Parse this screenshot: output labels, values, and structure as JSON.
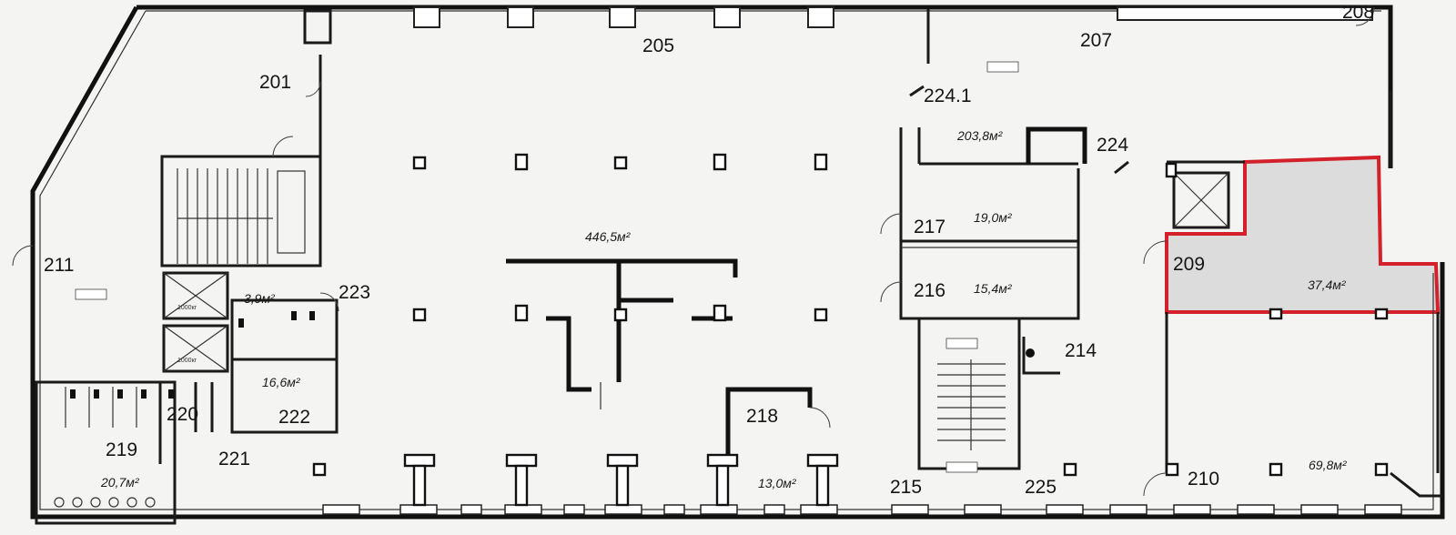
{
  "rooms": {
    "r201": "201",
    "r205": "205",
    "r207": "207",
    "r208": "208",
    "r209": "209",
    "r210": "210",
    "r211": "211",
    "r214": "214",
    "r215": "215",
    "r216": "216",
    "r217": "217",
    "r218": "218",
    "r219": "219",
    "r220": "220",
    "r221": "221",
    "r222": "222",
    "r223": "223",
    "r224": "224",
    "r224_1": "224.1",
    "r225": "225"
  },
  "areas": {
    "main_hall": "446,5м²",
    "a203": "203,8м²",
    "a217": "19,0м²",
    "a216": "15,4м²",
    "a209": "37,4м²",
    "a210": "69,8м²",
    "a218": "13,0м²",
    "a219": "20,7м²",
    "a222": "16,6м²",
    "a223": "3,9м²"
  },
  "colors": {
    "highlight_outline": "#d3202a",
    "highlight_fill": "#dcdcdc",
    "walls": "#1a1a1a"
  },
  "highlighted_room": "209"
}
